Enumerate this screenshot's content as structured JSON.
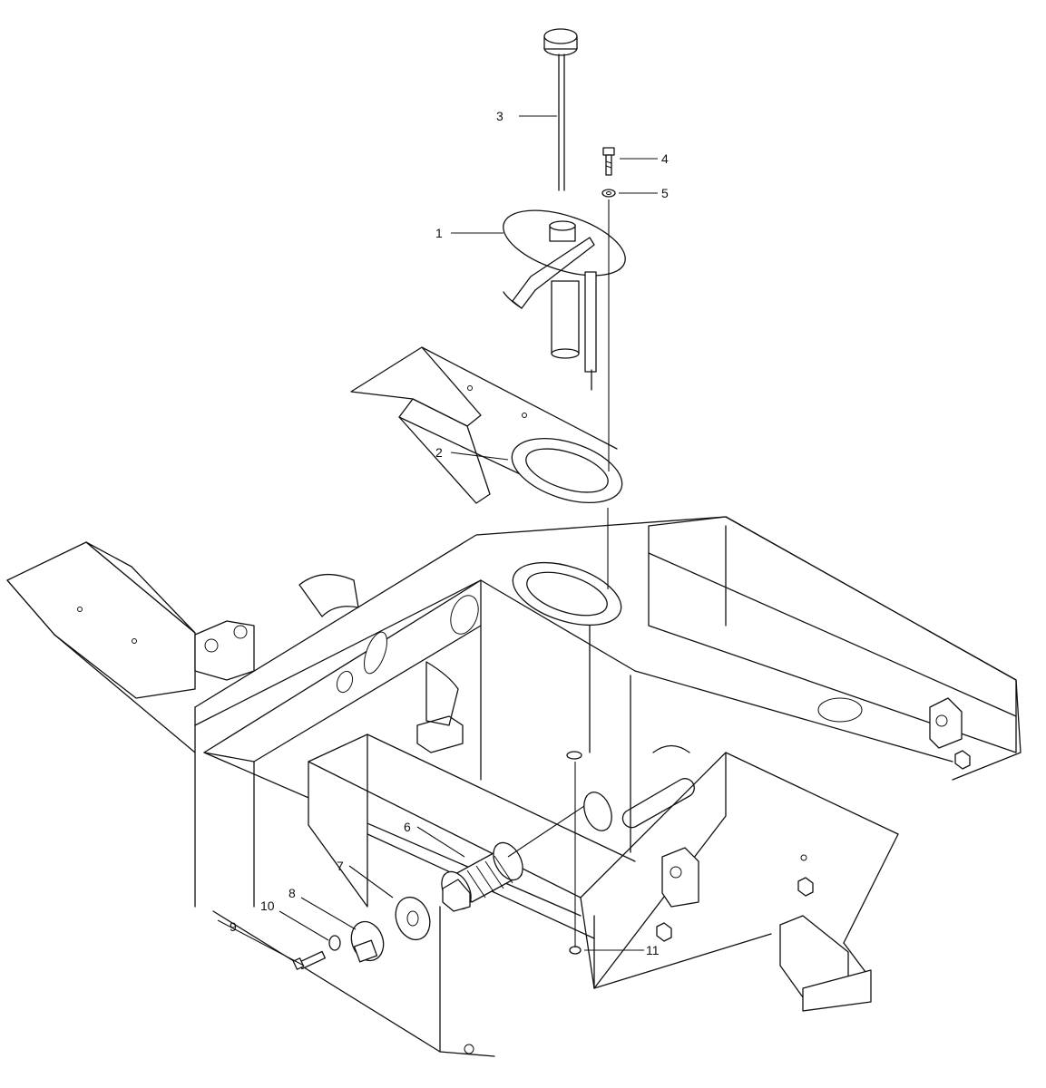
{
  "diagram": {
    "callouts": [
      {
        "id": "1",
        "label": "1"
      },
      {
        "id": "2",
        "label": "2"
      },
      {
        "id": "3",
        "label": "3"
      },
      {
        "id": "4",
        "label": "4"
      },
      {
        "id": "5",
        "label": "5"
      },
      {
        "id": "6",
        "label": "6"
      },
      {
        "id": "7",
        "label": "7"
      },
      {
        "id": "8",
        "label": "8"
      },
      {
        "id": "9",
        "label": "9"
      },
      {
        "id": "10",
        "label": "10"
      },
      {
        "id": "11",
        "label": "11"
      }
    ],
    "line_color": "#111111",
    "background": "#ffffff"
  }
}
